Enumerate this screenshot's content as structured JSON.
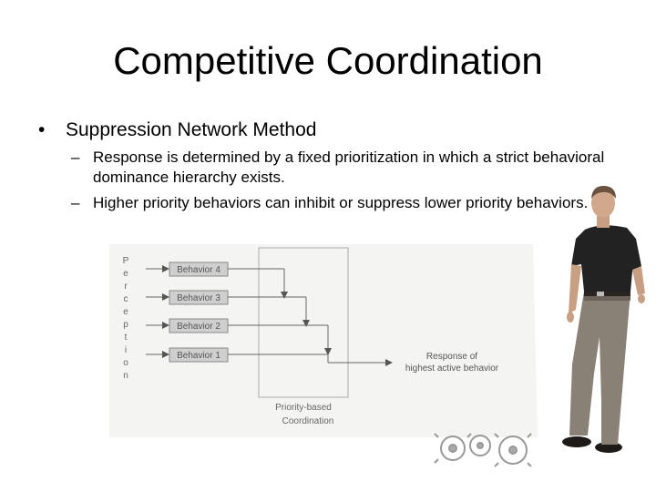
{
  "slide": {
    "title": "Competitive Coordination",
    "bullet": "Suppression Network Method",
    "subbullets": [
      "Response is determined by a fixed prioritization in which a strict behavioral dominance hierarchy exists.",
      "Higher priority behaviors can inhibit or suppress lower priority behaviors."
    ],
    "bullet_marker": "•",
    "sub_marker": "–"
  },
  "diagram": {
    "perception_letters": [
      "P",
      "e",
      "r",
      "c",
      "e",
      "p",
      "t",
      "i",
      "o",
      "n"
    ],
    "behaviors": [
      "Behavior 4",
      "Behavior 3",
      "Behavior 2",
      "Behavior 1"
    ],
    "coordinator_label_line1": "Priority-based",
    "coordinator_label_line2": "Coordination",
    "response_line1": "Response of",
    "response_line2": "highest active behavior"
  }
}
